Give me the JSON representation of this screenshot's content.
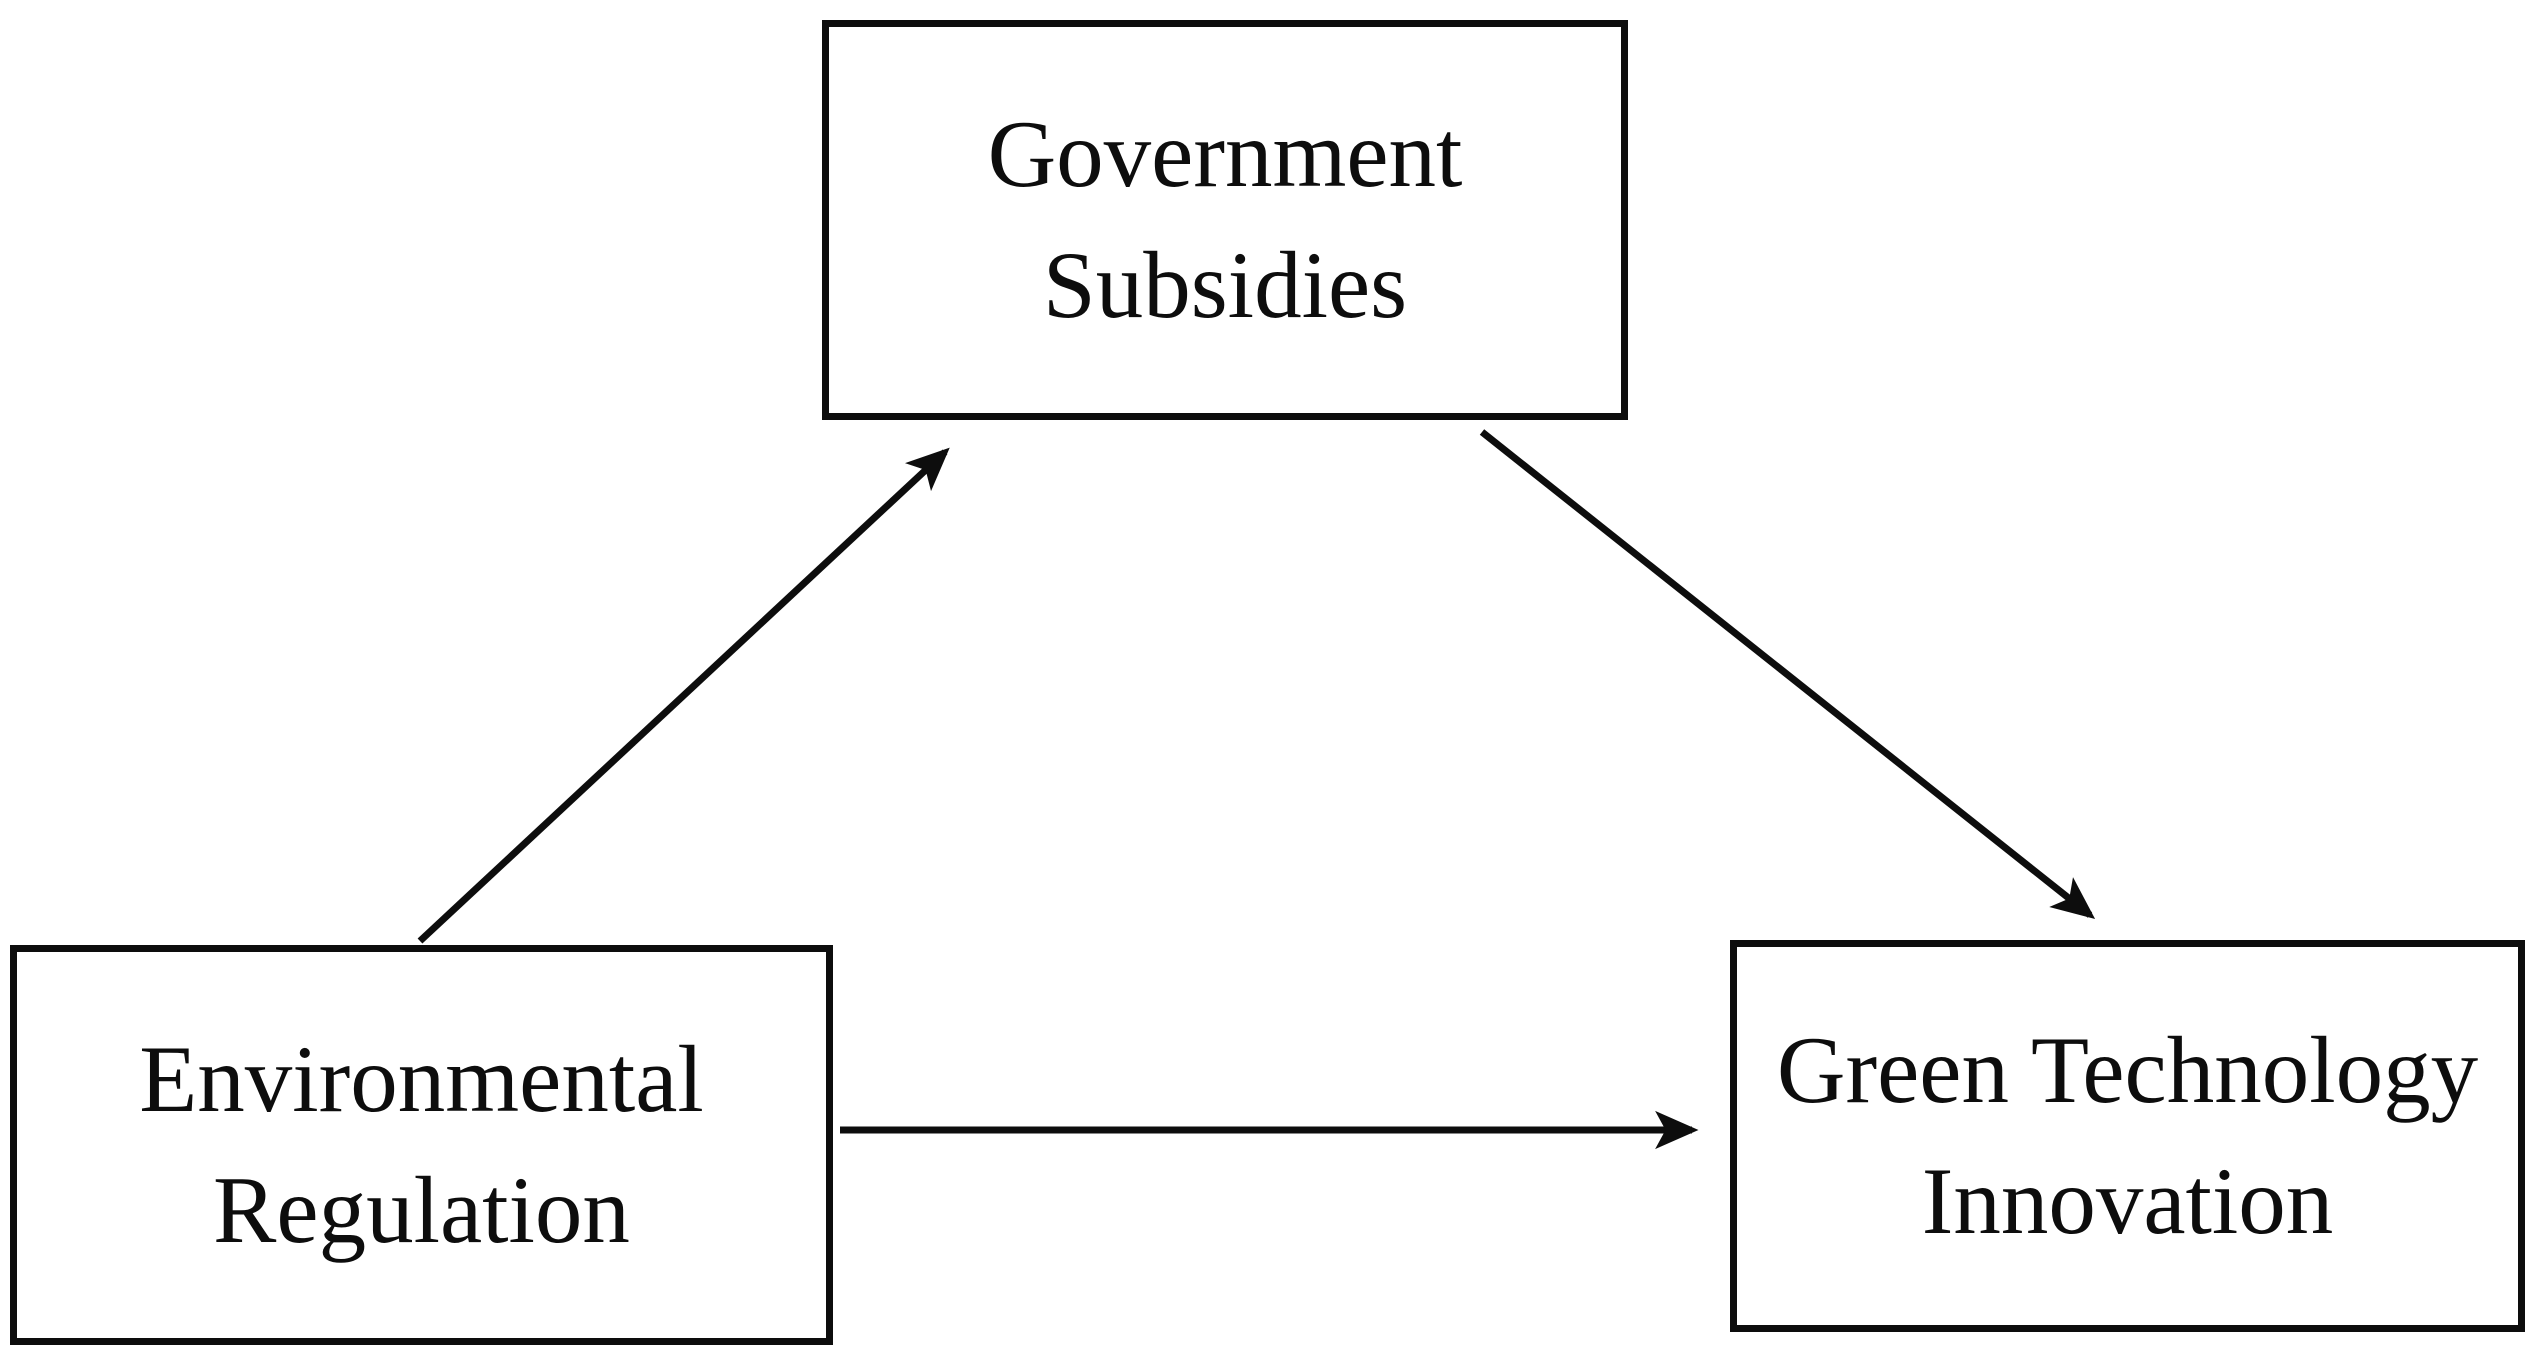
{
  "diagram": {
    "type": "mediation-path-diagram",
    "background_color": "#ffffff",
    "stroke_color": "#0d0d0d",
    "text_color": "#0d0d0d",
    "nodes": [
      {
        "id": "government-subsidies",
        "lines": [
          "Government",
          "Subsidies"
        ]
      },
      {
        "id": "environmental-regulation",
        "lines": [
          "Environmental",
          "Regulation"
        ]
      },
      {
        "id": "green-technology-innovation",
        "lines": [
          "Green Technology",
          "Innovation"
        ]
      }
    ],
    "edges": [
      {
        "from": "Environmental Regulation",
        "to": "Government Subsidies",
        "style": "arrow"
      },
      {
        "from": "Government Subsidies",
        "to": "Green Technology Innovation",
        "style": "arrow"
      },
      {
        "from": "Environmental Regulation",
        "to": "Green Technology Innovation",
        "style": "arrow"
      }
    ]
  }
}
